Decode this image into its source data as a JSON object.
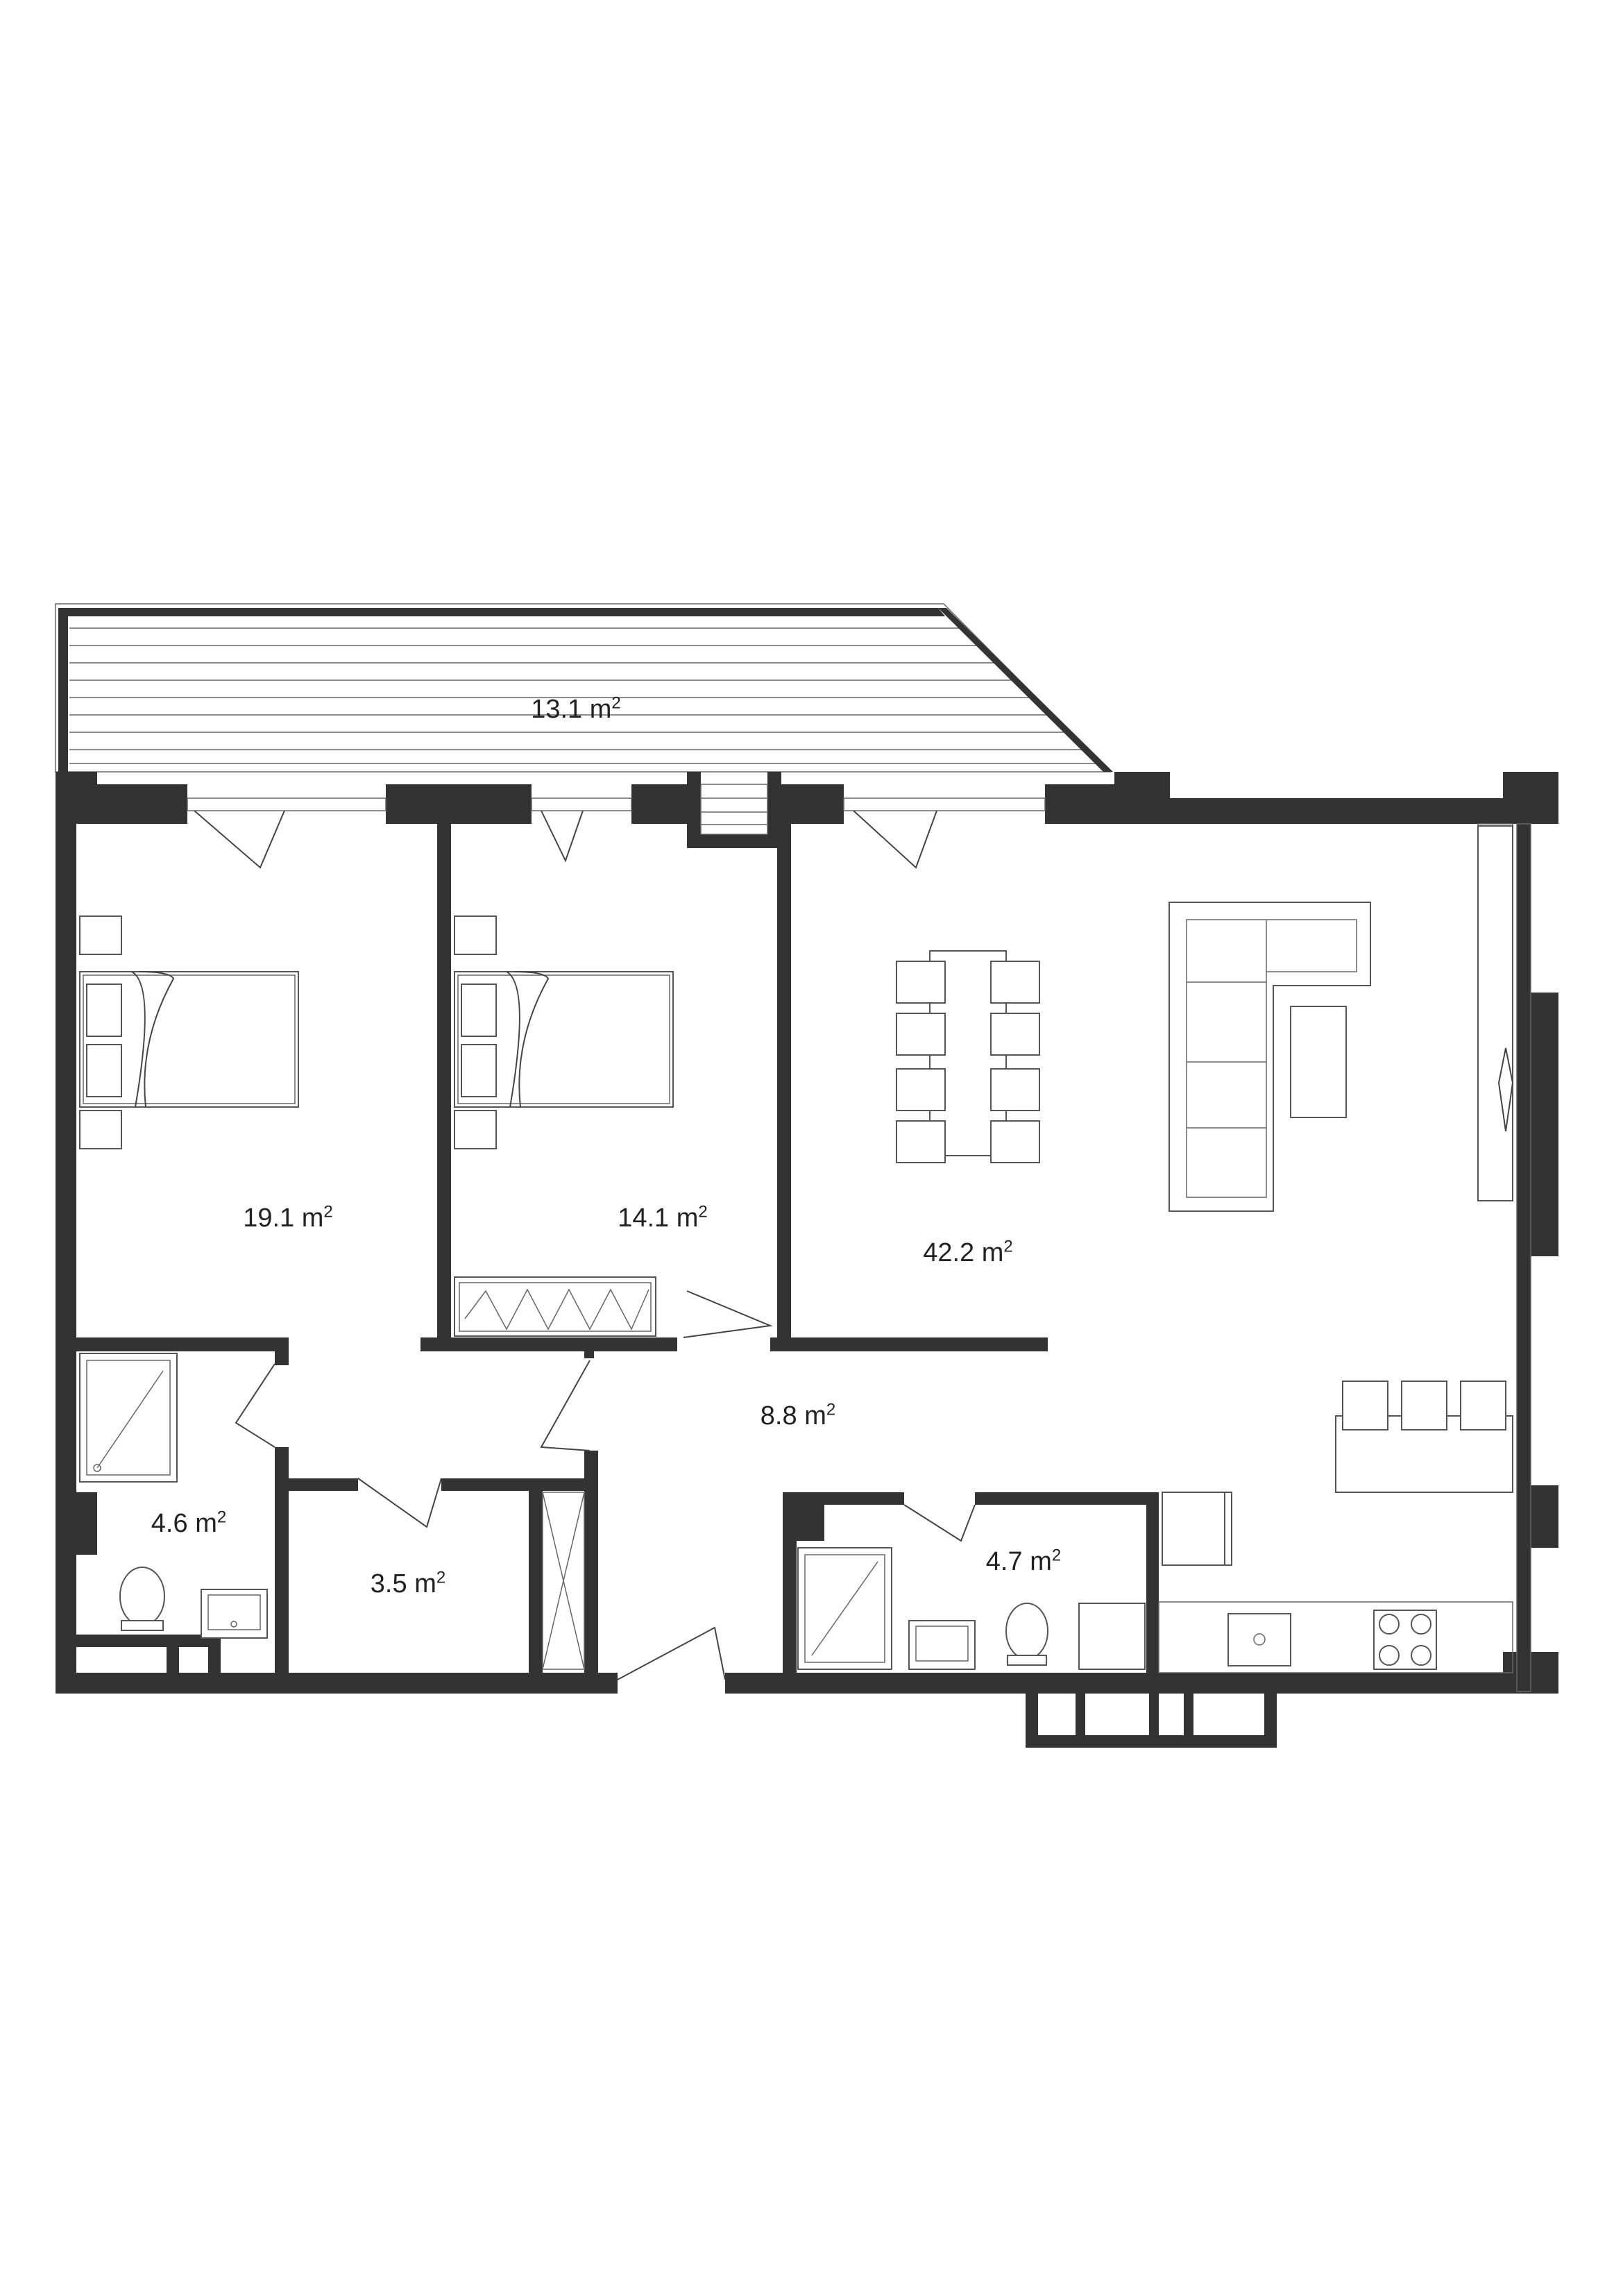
{
  "rooms": [
    {
      "id": "terrace",
      "area": "13.1",
      "unit": "m",
      "sup": "2"
    },
    {
      "id": "bedroom-1",
      "area": "19.1",
      "unit": "m",
      "sup": "2"
    },
    {
      "id": "bedroom-2",
      "area": "14.1",
      "unit": "m",
      "sup": "2"
    },
    {
      "id": "living",
      "area": "42.2",
      "unit": "m",
      "sup": "2"
    },
    {
      "id": "hall",
      "area": "8.8",
      "unit": "m",
      "sup": "2"
    },
    {
      "id": "bathroom-1",
      "area": "4.6",
      "unit": "m",
      "sup": "2"
    },
    {
      "id": "storage",
      "area": "3.5",
      "unit": "m",
      "sup": "2"
    },
    {
      "id": "bathroom-2",
      "area": "4.7",
      "unit": "m",
      "sup": "2"
    }
  ],
  "colors": {
    "wall": "#333333",
    "line": "#444444",
    "background": "#ffffff"
  }
}
